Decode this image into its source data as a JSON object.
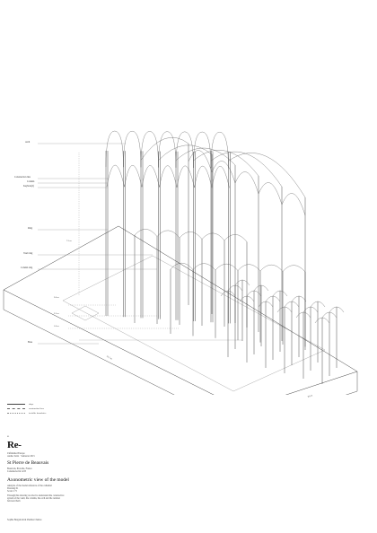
{
  "labels": {
    "arch": "Arch",
    "construction_line": "Construction line",
    "column": "Column",
    "keyhole": "Keyhole(d)",
    "ring": "Ring",
    "vault_ring": "Vault ring",
    "column_ring": "Column ring",
    "base": "Base"
  },
  "dimensions": {
    "height": "7.5 m",
    "d1": "3.0 m",
    "d2": "3.2 m",
    "d3": "1.0 m",
    "length": "13.5 m",
    "width": "9.6 m"
  },
  "legend": [
    {
      "style": "solid",
      "text": "shape"
    },
    {
      "style": "dash",
      "text": "construction lines"
    },
    {
      "style": "dot",
      "text": "invisible boundaries"
    }
  ],
  "page_number": "01",
  "title": "Re-",
  "course": [
    "Unfinished Europe",
    "Atelier Zeitz · Semester 2015"
  ],
  "project": "St Pierre de Beauvais",
  "project_info": [
    "Beauvais, Picardie, France",
    "Constructed in 1225"
  ],
  "view_title": "Axonometric view of the model",
  "view_info": [
    "Analysis of the model reference of the cathedral",
    "Drawing 01",
    "Scale 1:75"
  ],
  "note": [
    "Through this drawing we tried to understand the constructive",
    "system of the vault, the column, the arch and the relation",
    "between them"
  ],
  "authors": "Sophie Bergstrom & Pauline Charles"
}
